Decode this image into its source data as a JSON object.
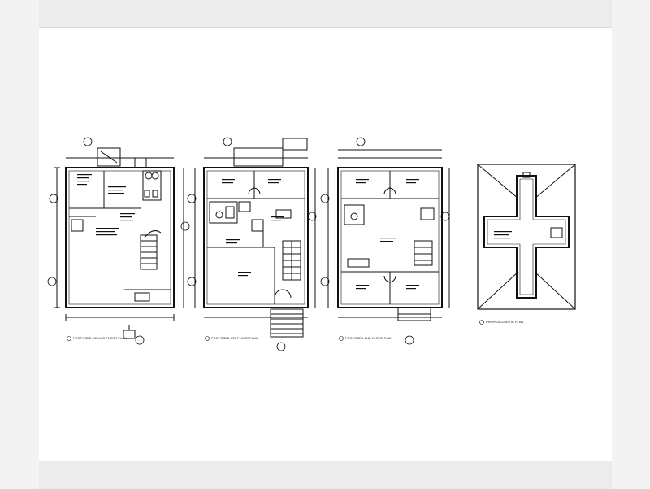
{
  "viewer": {
    "background_color": "#f0f0f0",
    "sheet_color": "#ffffff",
    "line_color": "#111111"
  },
  "drawing": {
    "plans": [
      {
        "id": "cellar",
        "caption": "PROPOSED CELLAR FLOOR PLAN"
      },
      {
        "id": "first",
        "caption": "PROPOSED 1ST FLOOR PLAN"
      },
      {
        "id": "second",
        "caption": "PROPOSED 2ND FLOOR PLAN"
      },
      {
        "id": "attic",
        "caption": "PROPOSED ATTIC PLAN"
      }
    ]
  }
}
